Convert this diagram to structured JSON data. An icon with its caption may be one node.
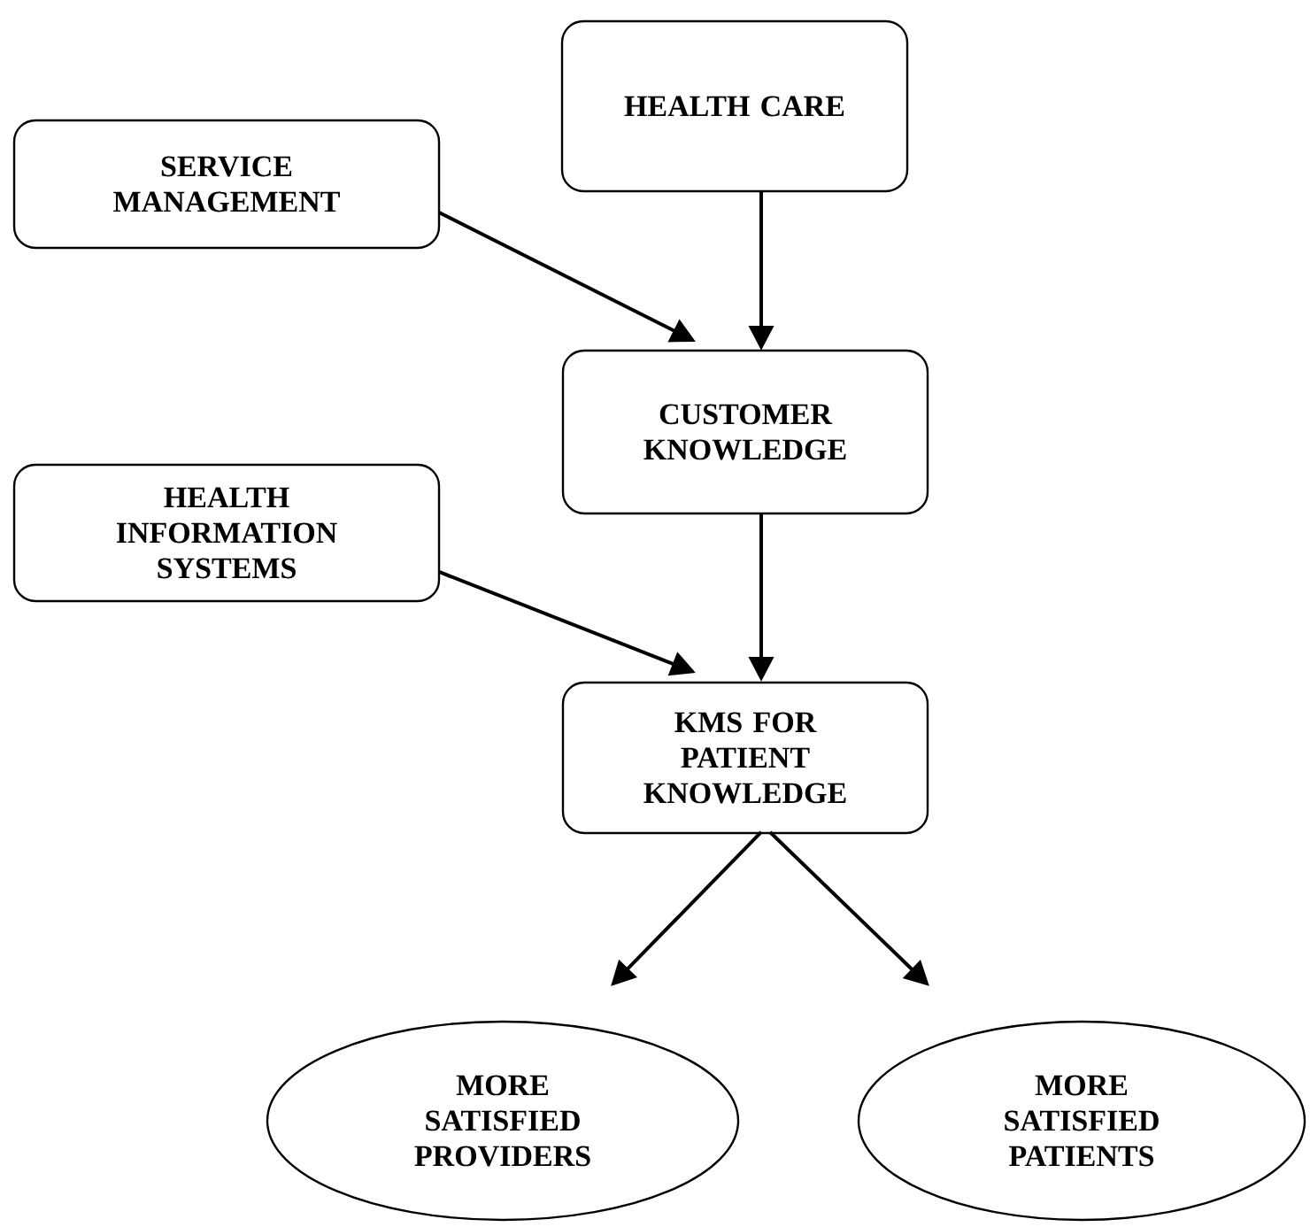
{
  "diagram": {
    "nodes": [
      {
        "text": [
          "HEALTH CARE"
        ]
      },
      {
        "text": [
          "SERVICE MANAGEMENT"
        ]
      },
      {
        "text": [
          "CUSTOMER KNOWLEDGE"
        ]
      },
      {
        "text": [
          "HEALTH INFORMATION SYSTEMS"
        ]
      },
      {
        "text": [
          "KMS FOR PATIENT KNOWLEDGE"
        ]
      },
      {
        "text": [
          "MORE SATISFIED PROVIDERS"
        ]
      },
      {
        "text": [
          "MORE SATISFIED PATIENTS"
        ]
      }
    ],
    "edges": [
      {
        "from": 1,
        "to": 2,
        "arrow": "to"
      },
      {
        "from": 0,
        "to": 2,
        "arrow": "to"
      },
      {
        "from": 3,
        "to": 4,
        "arrow": "to"
      },
      {
        "from": 2,
        "to": 4,
        "arrow": "to"
      },
      {
        "from": 4,
        "to": 5,
        "arrow": "to"
      },
      {
        "from": 4,
        "to": 6,
        "arrow": "to"
      }
    ]
  }
}
